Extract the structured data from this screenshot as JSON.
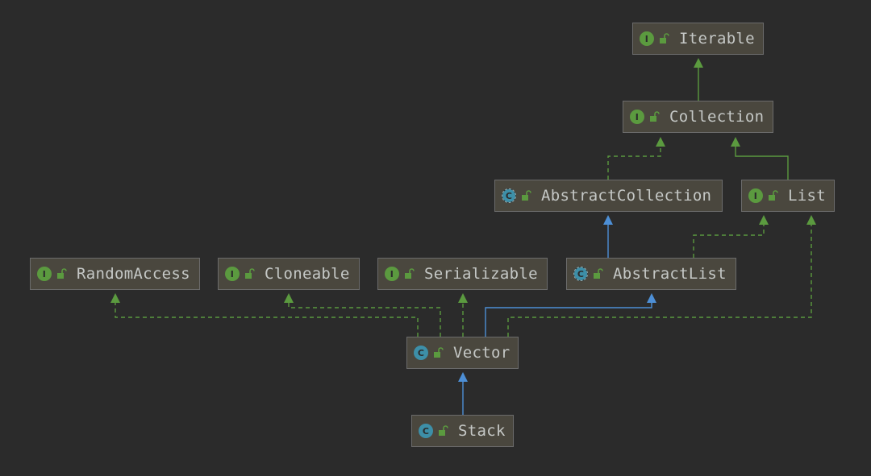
{
  "colors": {
    "background": "#2b2b2b",
    "node_fill": "#4a473e",
    "implements_edge": "#5b9a3f",
    "extends_edge": "#4d8fd6",
    "interface_badge": "#5b9a3f",
    "class_badge": "#3d8fa8"
  },
  "nodes": {
    "iterable": {
      "label": "Iterable",
      "kind": "interface",
      "badge": "I"
    },
    "collection": {
      "label": "Collection",
      "kind": "interface",
      "badge": "I"
    },
    "abstractcollection": {
      "label": "AbstractCollection",
      "kind": "abstract-class",
      "badge": "C"
    },
    "list": {
      "label": "List",
      "kind": "interface",
      "badge": "I"
    },
    "randomaccess": {
      "label": "RandomAccess",
      "kind": "interface",
      "badge": "I"
    },
    "cloneable": {
      "label": "Cloneable",
      "kind": "interface",
      "badge": "I"
    },
    "serializable": {
      "label": "Serializable",
      "kind": "interface",
      "badge": "I"
    },
    "abstractlist": {
      "label": "AbstractList",
      "kind": "abstract-class",
      "badge": "C"
    },
    "vector": {
      "label": "Vector",
      "kind": "class",
      "badge": "C"
    },
    "stack": {
      "label": "Stack",
      "kind": "class",
      "badge": "C"
    }
  },
  "edges": [
    {
      "from": "collection",
      "to": "iterable",
      "type": "interface-extends"
    },
    {
      "from": "abstractcollection",
      "to": "collection",
      "type": "implements"
    },
    {
      "from": "list",
      "to": "collection",
      "type": "interface-extends"
    },
    {
      "from": "abstractlist",
      "to": "abstractcollection",
      "type": "extends"
    },
    {
      "from": "abstractlist",
      "to": "list",
      "type": "implements"
    },
    {
      "from": "vector",
      "to": "randomaccess",
      "type": "implements"
    },
    {
      "from": "vector",
      "to": "cloneable",
      "type": "implements"
    },
    {
      "from": "vector",
      "to": "serializable",
      "type": "implements"
    },
    {
      "from": "vector",
      "to": "abstractlist",
      "type": "extends"
    },
    {
      "from": "vector",
      "to": "list",
      "type": "implements"
    },
    {
      "from": "stack",
      "to": "vector",
      "type": "extends"
    }
  ]
}
